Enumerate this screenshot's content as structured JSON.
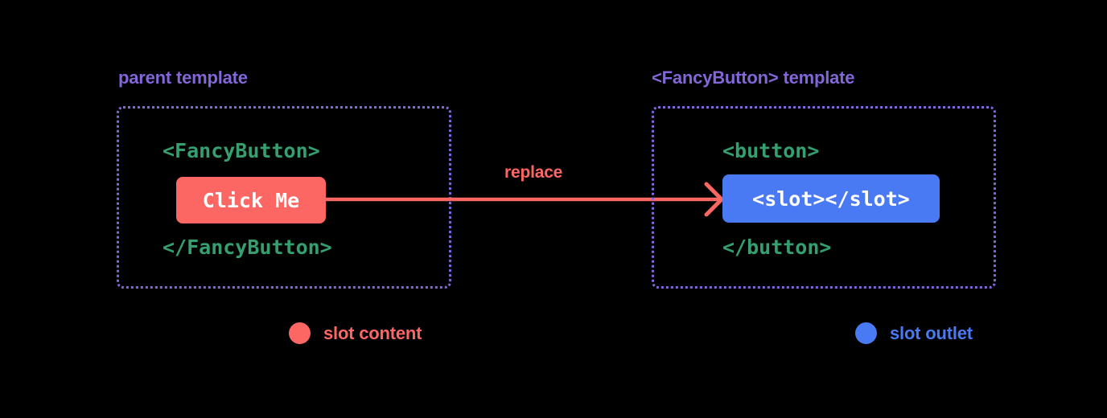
{
  "diagram": {
    "type": "slot-mechanism-diagram",
    "background": "#000000",
    "colors": {
      "panel_border": "#8366d8",
      "panel_title": "#8366d8",
      "code_tag": "#34a06f",
      "slot_content": "#fc6763",
      "slot_outlet": "#4a7af3",
      "chip_text": "#ffffff"
    }
  },
  "panels": [
    {
      "id": "parent",
      "title": "parent template",
      "open_tag": "<FancyButton>",
      "close_tag": "</FancyButton>",
      "chip_label": "Click Me",
      "chip_role": "slot content"
    },
    {
      "id": "fancybutton",
      "title": "<FancyButton> template",
      "open_tag": "<button>",
      "close_tag": "</button>",
      "chip_label": "<slot></slot>",
      "chip_role": "slot outlet"
    }
  ],
  "arrow": {
    "label": "replace",
    "direction": "left-to-right",
    "color": "#fc6763"
  },
  "legend": [
    {
      "label": "slot content",
      "color": "#fc6763"
    },
    {
      "label": "slot outlet",
      "color": "#4a7af3"
    }
  ]
}
